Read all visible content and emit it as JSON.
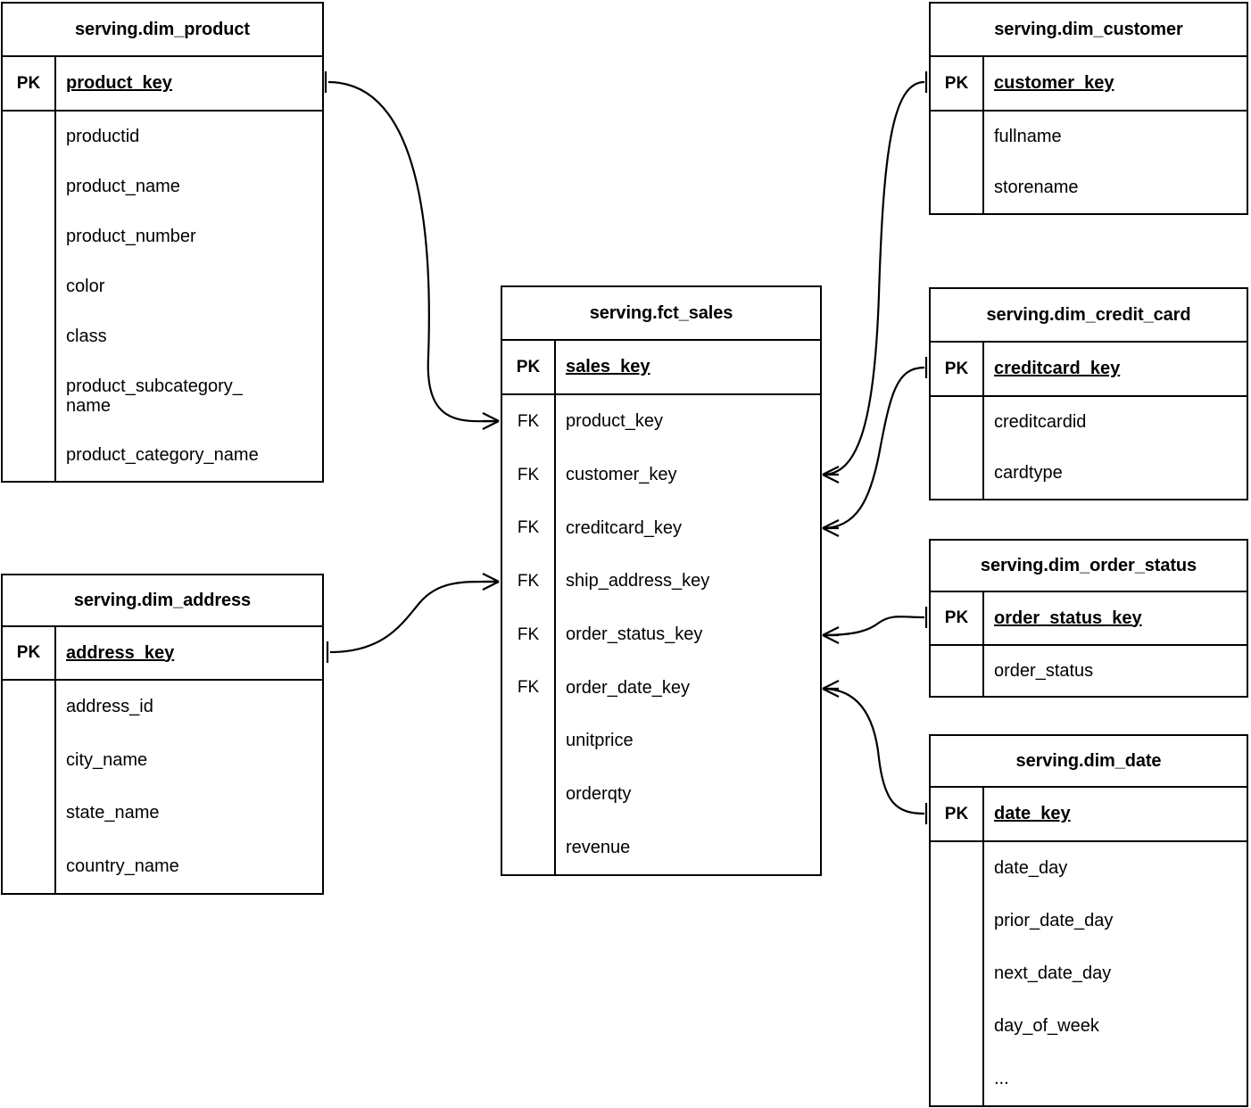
{
  "diagram": {
    "kind": "entity-relationship-diagram",
    "notation": "crow's foot",
    "line_color": "#000000",
    "background_color": "#ffffff"
  },
  "entities": {
    "dim_product": {
      "title": "serving.dim_product",
      "pk_label": "PK",
      "pk_column": "product_key",
      "columns": [
        "productid",
        "product_name",
        "product_number",
        "color",
        "class",
        "product_subcategory_",
        "product_category_name"
      ],
      "wrapped_column_tail": "name"
    },
    "dim_address": {
      "title": "serving.dim_address",
      "pk_label": "PK",
      "pk_column": "address_key",
      "columns": [
        "address_id",
        "city_name",
        "state_name",
        "country_name"
      ]
    },
    "fct_sales": {
      "title": "serving.fct_sales",
      "pk_label": "PK",
      "pk_column": "sales_key",
      "fk_label": "FK",
      "rows": [
        {
          "key": "FK",
          "name": "product_key"
        },
        {
          "key": "FK",
          "name": "customer_key"
        },
        {
          "key": "FK",
          "name": "creditcard_key"
        },
        {
          "key": "FK",
          "name": "ship_address_key"
        },
        {
          "key": "FK",
          "name": "order_status_key"
        },
        {
          "key": "FK",
          "name": "order_date_key"
        },
        {
          "key": "",
          "name": "unitprice"
        },
        {
          "key": "",
          "name": "orderqty"
        },
        {
          "key": "",
          "name": "revenue"
        }
      ]
    },
    "dim_customer": {
      "title": "serving.dim_customer",
      "pk_label": "PK",
      "pk_column": "customer_key",
      "columns": [
        "fullname",
        "storename"
      ]
    },
    "dim_credit_card": {
      "title": "serving.dim_credit_card",
      "pk_label": "PK",
      "pk_column": "creditcard_key",
      "columns": [
        "creditcardid",
        "cardtype"
      ]
    },
    "dim_order_status": {
      "title": "serving.dim_order_status",
      "pk_label": "PK",
      "pk_column": "order_status_key",
      "columns": [
        "order_status"
      ]
    },
    "dim_date": {
      "title": "serving.dim_date",
      "pk_label": "PK",
      "pk_column": "date_key",
      "columns": [
        "date_day",
        "prior_date_day",
        "next_date_day",
        "day_of_week",
        "..."
      ]
    }
  },
  "relationships": [
    {
      "from": "serving.dim_product.product_key",
      "to": "serving.fct_sales.product_key",
      "from_cardinality": "one",
      "to_cardinality": "many"
    },
    {
      "from": "serving.dim_address.address_key",
      "to": "serving.fct_sales.ship_address_key",
      "from_cardinality": "one",
      "to_cardinality": "many"
    },
    {
      "from": "serving.dim_customer.customer_key",
      "to": "serving.fct_sales.customer_key",
      "from_cardinality": "one",
      "to_cardinality": "many"
    },
    {
      "from": "serving.dim_credit_card.creditcard_key",
      "to": "serving.fct_sales.creditcard_key",
      "from_cardinality": "one",
      "to_cardinality": "many"
    },
    {
      "from": "serving.dim_order_status.order_status_key",
      "to": "serving.fct_sales.order_status_key",
      "from_cardinality": "one",
      "to_cardinality": "many"
    },
    {
      "from": "serving.dim_date.date_key",
      "to": "serving.fct_sales.order_date_key",
      "from_cardinality": "one",
      "to_cardinality": "many"
    }
  ]
}
